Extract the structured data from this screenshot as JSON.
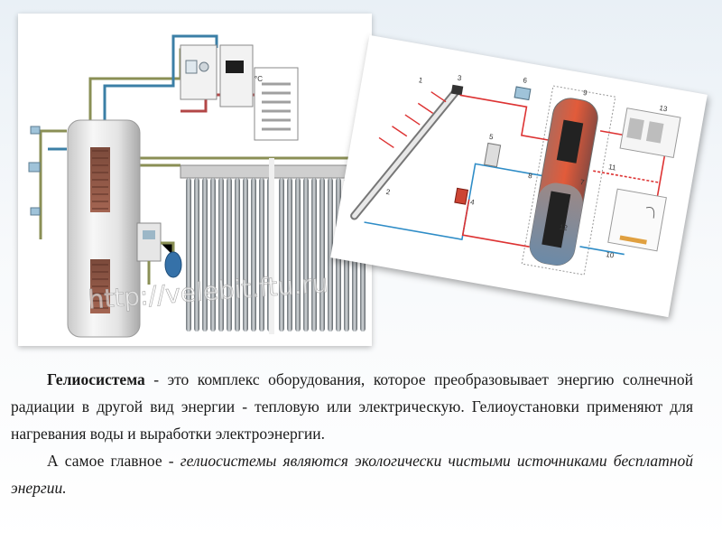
{
  "watermark": "http://velebit.ftu.ru",
  "diagram": {
    "temp_unit": "°C",
    "labels": [
      "1",
      "2",
      "3",
      "4",
      "5",
      "6",
      "7",
      "8",
      "9",
      "10",
      "11",
      "12",
      "13"
    ]
  },
  "text": {
    "p1_term": "Гелиосистема",
    "p1_rest": " - это комплекс оборудования, которое преобразовывает энергию солнечной радиации в другой вид энергии - тепловую или электрическую. Гелиоустановки применяют для нагревания воды и выработки электроэнергии.",
    "p2_plain": "А самое главное - ",
    "p2_italic": "гелиосистемы являются экологически чистыми источниками бесплатной энергии."
  }
}
